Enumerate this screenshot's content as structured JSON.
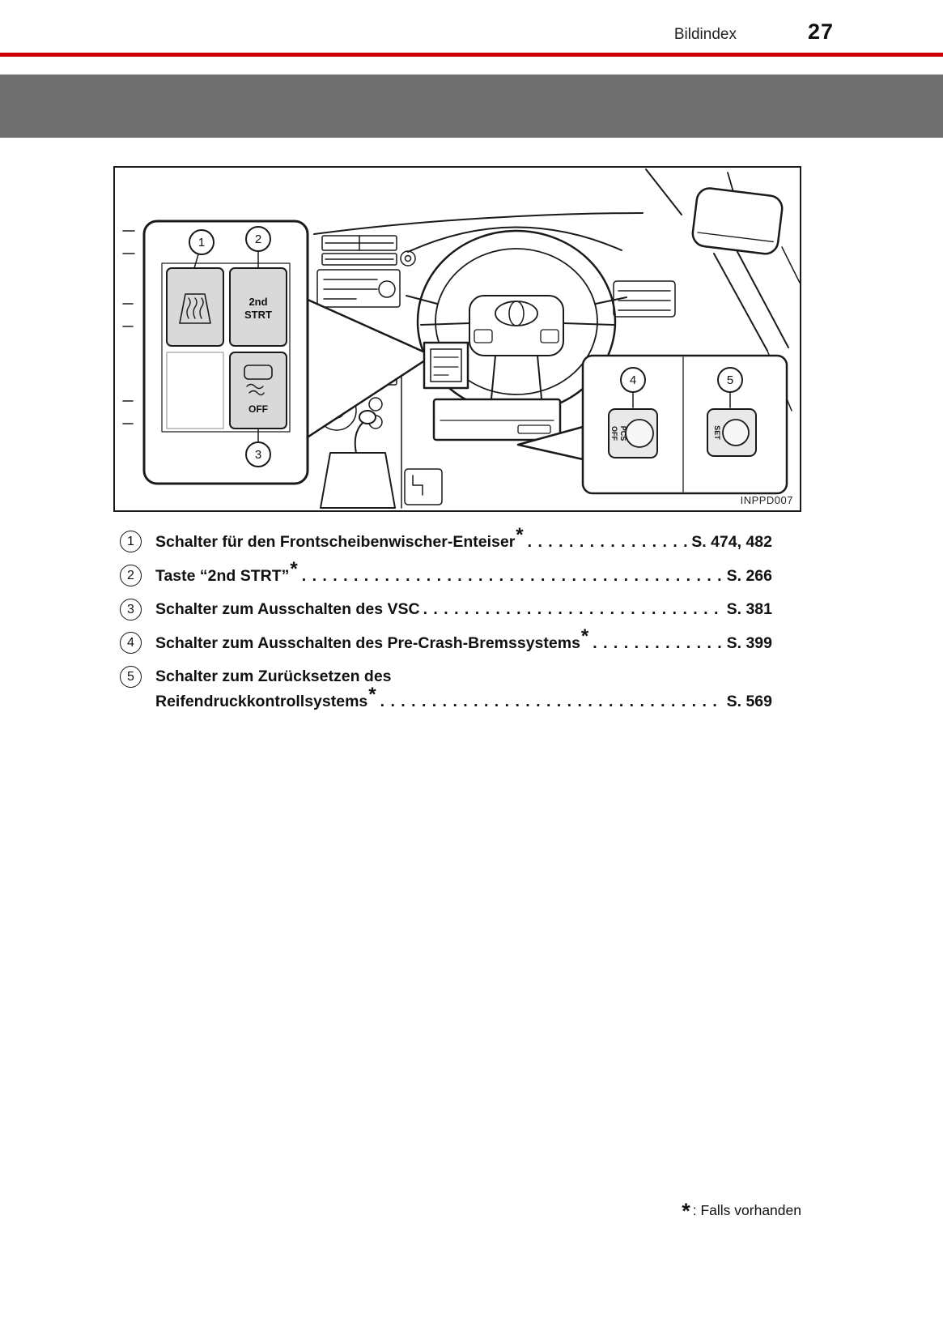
{
  "colors": {
    "accent_red": "#cc0000",
    "banner_gray": "#6f6f6f"
  },
  "header": {
    "section_title": "Bildindex",
    "page_number": "27"
  },
  "figure": {
    "image_code": "INPPD007",
    "callouts": [
      "1",
      "2",
      "3",
      "4",
      "5"
    ],
    "buttons": {
      "second_start_line1": "2nd",
      "second_start_line2": "STRT",
      "vsc_off_label": "OFF",
      "pcs_line1": "PCS",
      "pcs_line2": "OFF",
      "tpms_set_label": "SET"
    }
  },
  "legend": {
    "items": [
      {
        "num": "1",
        "text": "Schalter für den Frontscheibenwischer-Enteiser",
        "star": "*",
        "dots": ". . . . . . . . . . . . . . . . . . . . . . . . . . . . . . . . . . . . . . . . . . . . . . . .",
        "page": "S. 474, 482"
      },
      {
        "num": "2",
        "text": "Taste “2nd STRT”",
        "star": "*",
        "dots": ". . . . . . . . . . . . . . . . . . . . . . . . . . . . . . . . . . . . . . . . . . . . . . . .",
        "page": "S. 266"
      },
      {
        "num": "3",
        "text": "Schalter zum Ausschalten des VSC",
        "star": "",
        "dots": ". . . . . . . . . . . . . . . . . . . . . . . . . . . . . . . . . . . . . . . . . . . . . . . .",
        "page": "S. 381"
      },
      {
        "num": "4",
        "text": "Schalter zum Ausschalten des Pre-Crash-Bremssystems",
        "star": "*",
        "dots": ". . . . . . . . . . . . . . . . . . . . . . . . . . . . . . . . . . . . . . . . . . . . . . . .",
        "page": "S. 399"
      },
      {
        "num": "5",
        "text": "Schalter zum Zurücksetzen des",
        "text2": "Reifendruckkontrollsystems",
        "star": "*",
        "dots": ". . . . . . . . . . . . . . . . . . . . . . . . . . . . . . . . . . . . . . . . . . . . . . . .",
        "page": "S. 569"
      }
    ]
  },
  "footnote": {
    "symbol": "*",
    "text": ": Falls vorhanden"
  }
}
